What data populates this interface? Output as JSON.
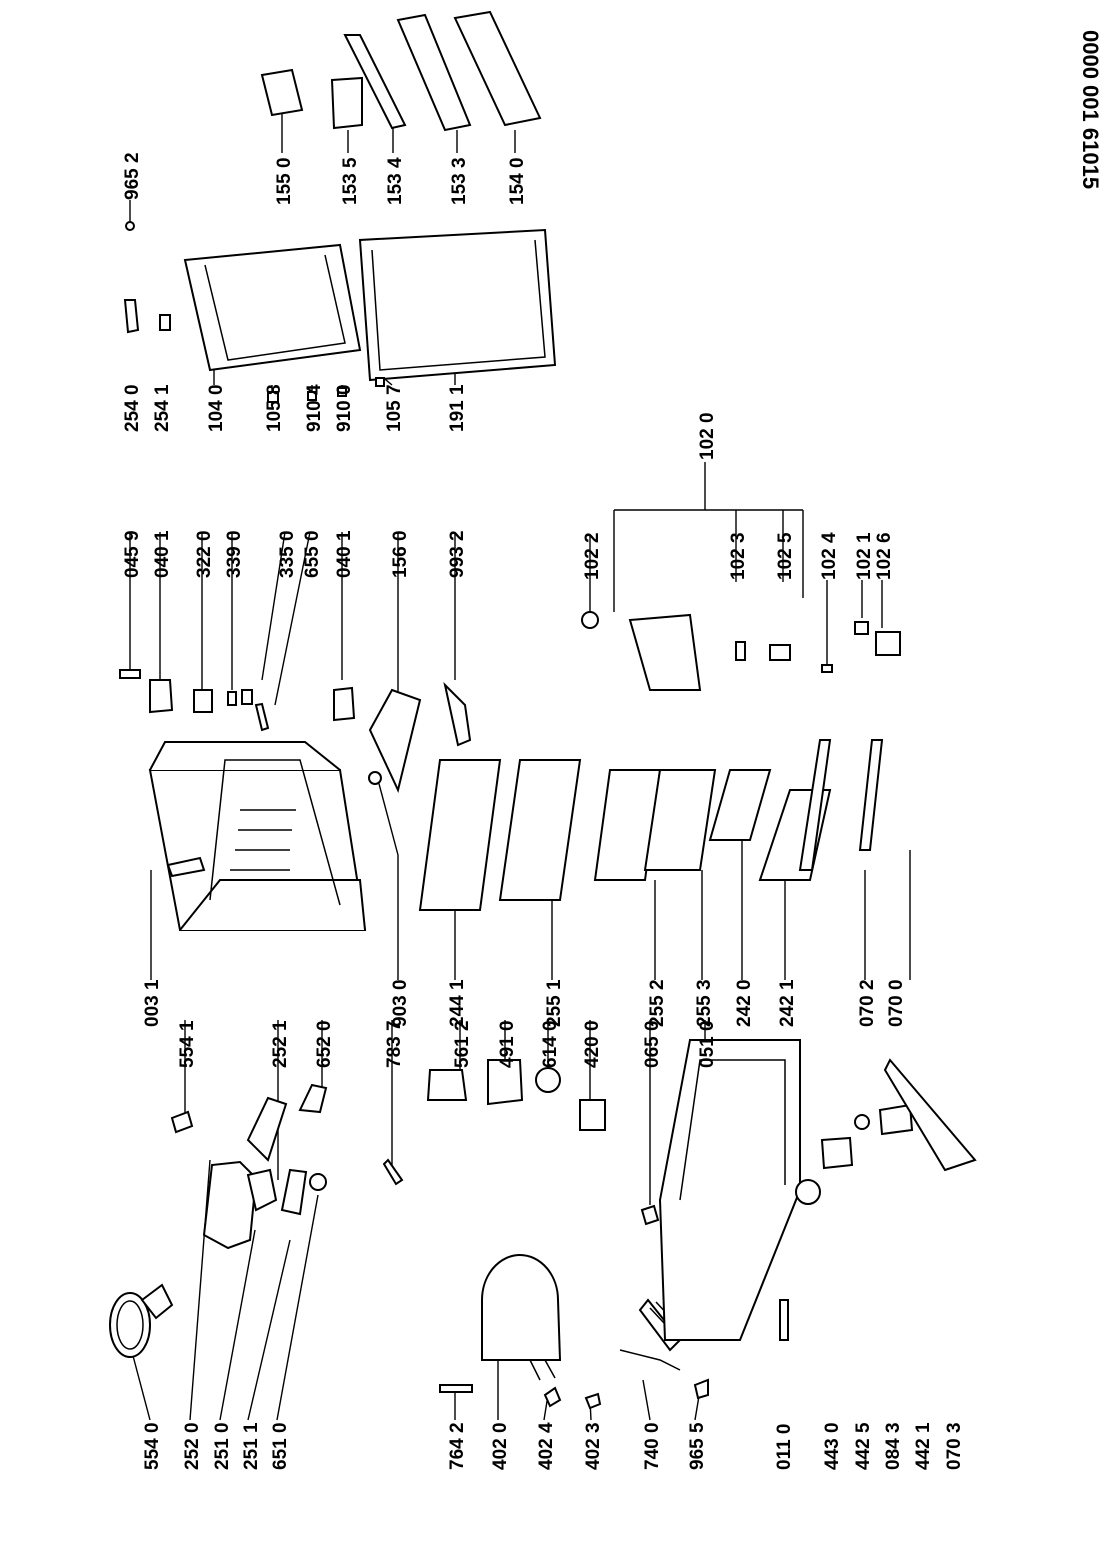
{
  "document_number": "0000 001 61015",
  "part_labels": [
    "554 0",
    "252 0",
    "251 0",
    "251 1",
    "651 0",
    "554 1",
    "252 1",
    "652 0",
    "003 1",
    "764 2",
    "402 0",
    "402 4",
    "402 3",
    "740 0",
    "965 5",
    "011 0",
    "443 0",
    "442 5",
    "084 3",
    "442 1",
    "070 3",
    "783 7",
    "561 2",
    "491 0",
    "614 0",
    "420 0",
    "065 0",
    "051 0",
    "903 0",
    "244 1",
    "255 1",
    "255 2",
    "255 3",
    "242 0",
    "242 1",
    "070 2",
    "070 0",
    "045 9",
    "040 1",
    "322 0",
    "339 0",
    "335 0",
    "655 0",
    "040 1",
    "156 0",
    "993 2",
    "102 2",
    "102 3",
    "102 5",
    "102 4",
    "102 1",
    "102 6",
    "102 0",
    "254 0",
    "254 1",
    "104 0",
    "105 8",
    "910 4",
    "910 0",
    "105 7",
    "191 1",
    "965 2",
    "155 0",
    "153 5",
    "153 4",
    "153 3",
    "154 0"
  ]
}
